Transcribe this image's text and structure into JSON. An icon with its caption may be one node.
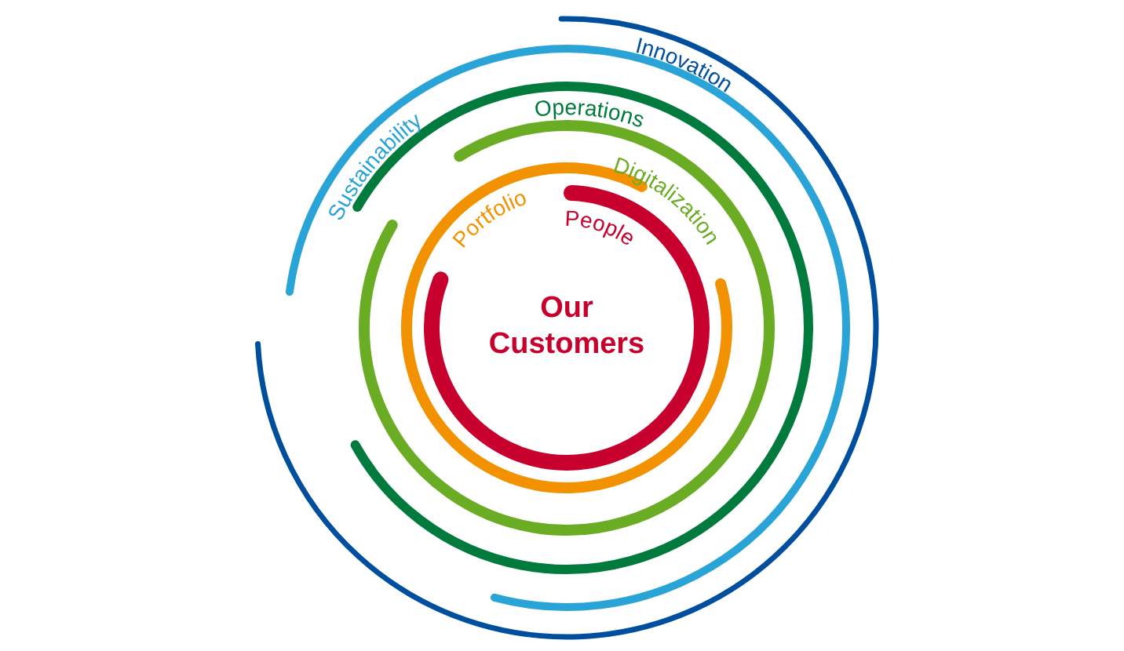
{
  "diagram": {
    "labels": [
      "Innovation",
      "Sustainability",
      "Operations",
      "Digitalization",
      "Portfolio",
      "People",
      "Our Customers"
    ]
  }
}
